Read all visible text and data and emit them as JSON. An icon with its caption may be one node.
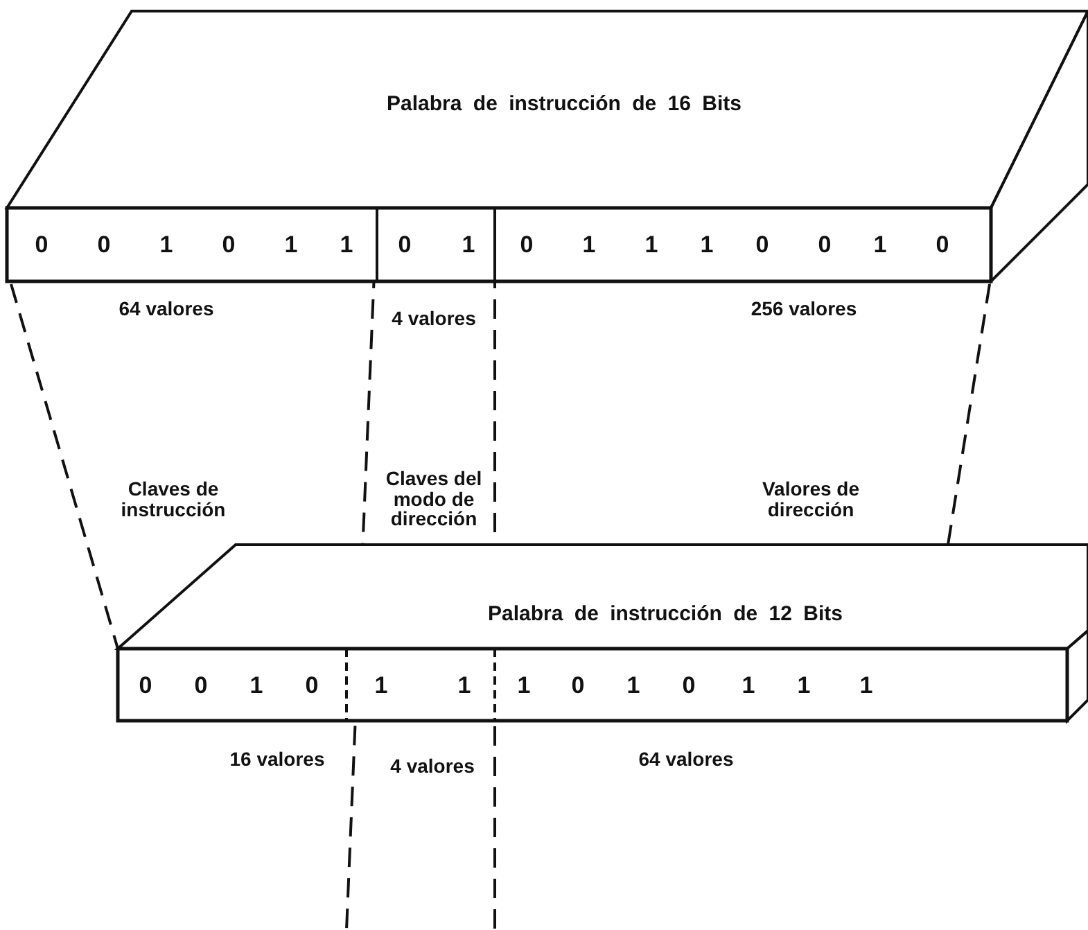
{
  "diagram": {
    "nodes": [
      {
        "text": [
          "Palabra de instrucción de 16 Bits"
        ]
      },
      {
        "text": [
          "Palabra de instrucción de 12 Bits"
        ]
      }
    ],
    "edges": [
      {
        "from": 0,
        "to": 1,
        "arrow": "none",
        "style": "dashed"
      },
      {
        "from": 0,
        "to": 1,
        "arrow": "none",
        "style": "dashed"
      }
    ],
    "labels": [
      "0",
      "0",
      "1",
      "0",
      "1",
      "1",
      "0",
      "1",
      "0",
      "1",
      "1",
      "1",
      "0",
      "0",
      "1",
      "0",
      "64 valores",
      "4 valores",
      "256 valores",
      "Claves de instrucción",
      "Claves del modo de dirección",
      "Valores de dirección",
      "0",
      "0",
      "1",
      "0",
      "1",
      "1",
      "1",
      "0",
      "1",
      "0",
      "1",
      "1",
      "1",
      "16 valores",
      "4 valores",
      "64 valores"
    ]
  }
}
